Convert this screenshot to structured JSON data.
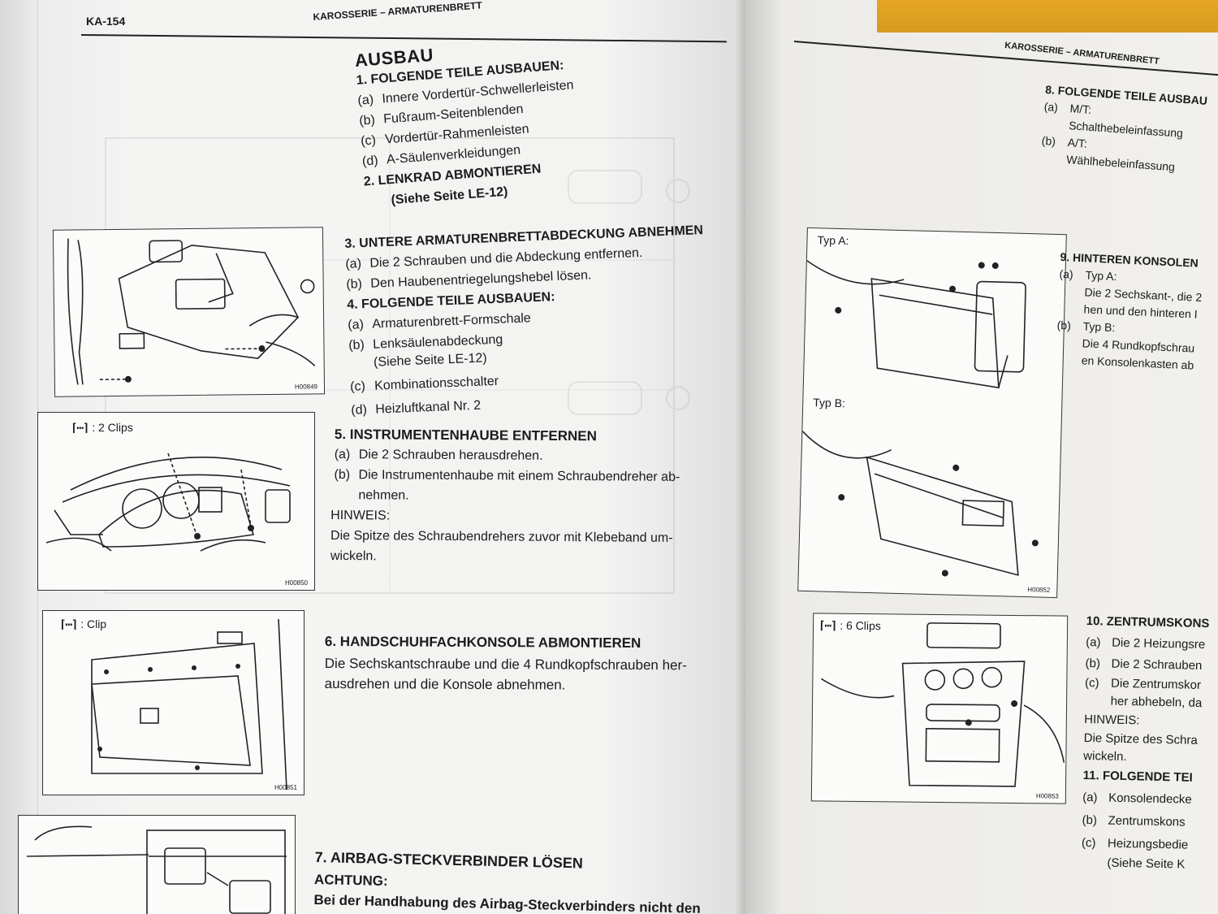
{
  "left_page": {
    "page_number": "KA-154",
    "header": "KAROSSERIE – ARMATURENBRETT",
    "section_title": "AUSBAU",
    "step1": {
      "title": "1.  FOLGENDE TEILE AUSBAUEN:",
      "items": [
        {
          "label": "(a)",
          "text": "Innere Vordertür-Schwellerleisten"
        },
        {
          "label": "(b)",
          "text": "Fußraum-Seitenblenden"
        },
        {
          "label": "(c)",
          "text": "Vordertür-Rahmenleisten"
        },
        {
          "label": "(d)",
          "text": "A-Säulenverkleidungen"
        }
      ]
    },
    "step2": {
      "title": "2.  LENKRAD ABMONTIEREN",
      "note": "(Siehe Seite LE-12)"
    },
    "step3": {
      "title": "3.  UNTERE ARMATURENBRETTABDECKUNG ABNEHMEN",
      "items": [
        {
          "label": "(a)",
          "text": "Die 2 Schrauben und die Abdeckung entfernen."
        },
        {
          "label": "(b)",
          "text": "Den Haubenentriegelungshebel lösen."
        }
      ]
    },
    "step4": {
      "title": "4.  FOLGENDE TEILE AUSBAUEN:",
      "items": [
        {
          "label": "(a)",
          "text": "Armaturenbrett-Formschale"
        },
        {
          "label": "(b)",
          "text": "Lenksäulenabdeckung"
        },
        {
          "label": "",
          "text": "(Siehe Seite LE-12)"
        },
        {
          "label": "(c)",
          "text": "Kombinationsschalter"
        },
        {
          "label": "(d)",
          "text": "Heizluftkanal Nr. 2"
        }
      ]
    },
    "step5": {
      "title": "5.  INSTRUMENTENHAUBE ENTFERNEN",
      "items": [
        {
          "label": "(a)",
          "text": "Die 2 Schrauben herausdrehen."
        },
        {
          "label": "(b)",
          "text": "Die Instrumentenhaube mit einem Schraubendreher ab-"
        },
        {
          "label": "",
          "text": "nehmen."
        }
      ],
      "hint_label": "HINWEIS:",
      "hint_lines": [
        "Die Spitze des Schraubendrehers zuvor mit Klebeband um-",
        "wickeln."
      ]
    },
    "step6": {
      "title": "6.  HANDSCHUHFACHKONSOLE ABMONTIEREN",
      "lines": [
        "Die Sechskantschraube und die 4 Rundkopfschrauben her-",
        "ausdrehen und die Konsole abnehmen."
      ]
    },
    "step7": {
      "title": "7.  AIRBAG-STECKVERBINDER LÖSEN",
      "caution_label": "ACHTUNG:",
      "caution_text": "Bei der Handhabung des Airbag-Steckverbinders nicht den"
    },
    "figures": [
      {
        "code": "H00849",
        "label": ""
      },
      {
        "code": "H00850",
        "label": ": 2 Clips"
      },
      {
        "code": "H00851",
        "label": ": Clip"
      },
      {
        "code": "",
        "label": ""
      }
    ]
  },
  "right_page": {
    "header": "KAROSSERIE – ARMATURENBRETT",
    "step8": {
      "title": "8.  FOLGENDE TEILE AUSBAU",
      "items": [
        {
          "label": "(a)",
          "text": "M/T:"
        },
        {
          "label": "",
          "text": "Schalthebeleinfassung"
        },
        {
          "label": "(b)",
          "text": "A/T:"
        },
        {
          "label": "",
          "text": "Wählhebeleinfassung"
        }
      ]
    },
    "step9": {
      "title": "9.  HINTEREN KONSOLEN",
      "items": [
        {
          "label": "(a)",
          "text": "Typ A:"
        },
        {
          "label": "",
          "text": "Die 2 Sechskant-, die 2"
        },
        {
          "label": "",
          "text": "hen und den hinteren I"
        },
        {
          "label": "(b)",
          "text": "Typ B:"
        },
        {
          "label": "",
          "text": "Die 4 Rundkopfschrau"
        },
        {
          "label": "",
          "text": "en Konsolenkasten ab"
        }
      ]
    },
    "step10": {
      "title": "10.  ZENTRUMSKONS",
      "items": [
        {
          "label": "(a)",
          "text": "Die 2 Heizungsre"
        },
        {
          "label": "(b)",
          "text": "Die 2 Schrauben"
        },
        {
          "label": "(c)",
          "text": "Die Zentrumskor"
        },
        {
          "label": "",
          "text": "her abhebeln, da"
        }
      ],
      "hint_label": "HINWEIS:",
      "hint_lines": [
        "Die Spitze des Schra",
        "wickeln."
      ]
    },
    "step11": {
      "title": "11.  FOLGENDE TEI",
      "items": [
        {
          "label": "(a)",
          "text": "Konsolendecke"
        },
        {
          "label": "(b)",
          "text": "Zentrumskons"
        },
        {
          "label": "(c)",
          "text": "Heizungsbedie"
        },
        {
          "label": "",
          "text": "(Siehe Seite K"
        }
      ]
    },
    "figures": [
      {
        "code": "H00852",
        "label_a": "Typ A:",
        "label_b": "Typ B:"
      },
      {
        "code": "H00853",
        "label": ": 6 Clips"
      }
    ]
  }
}
